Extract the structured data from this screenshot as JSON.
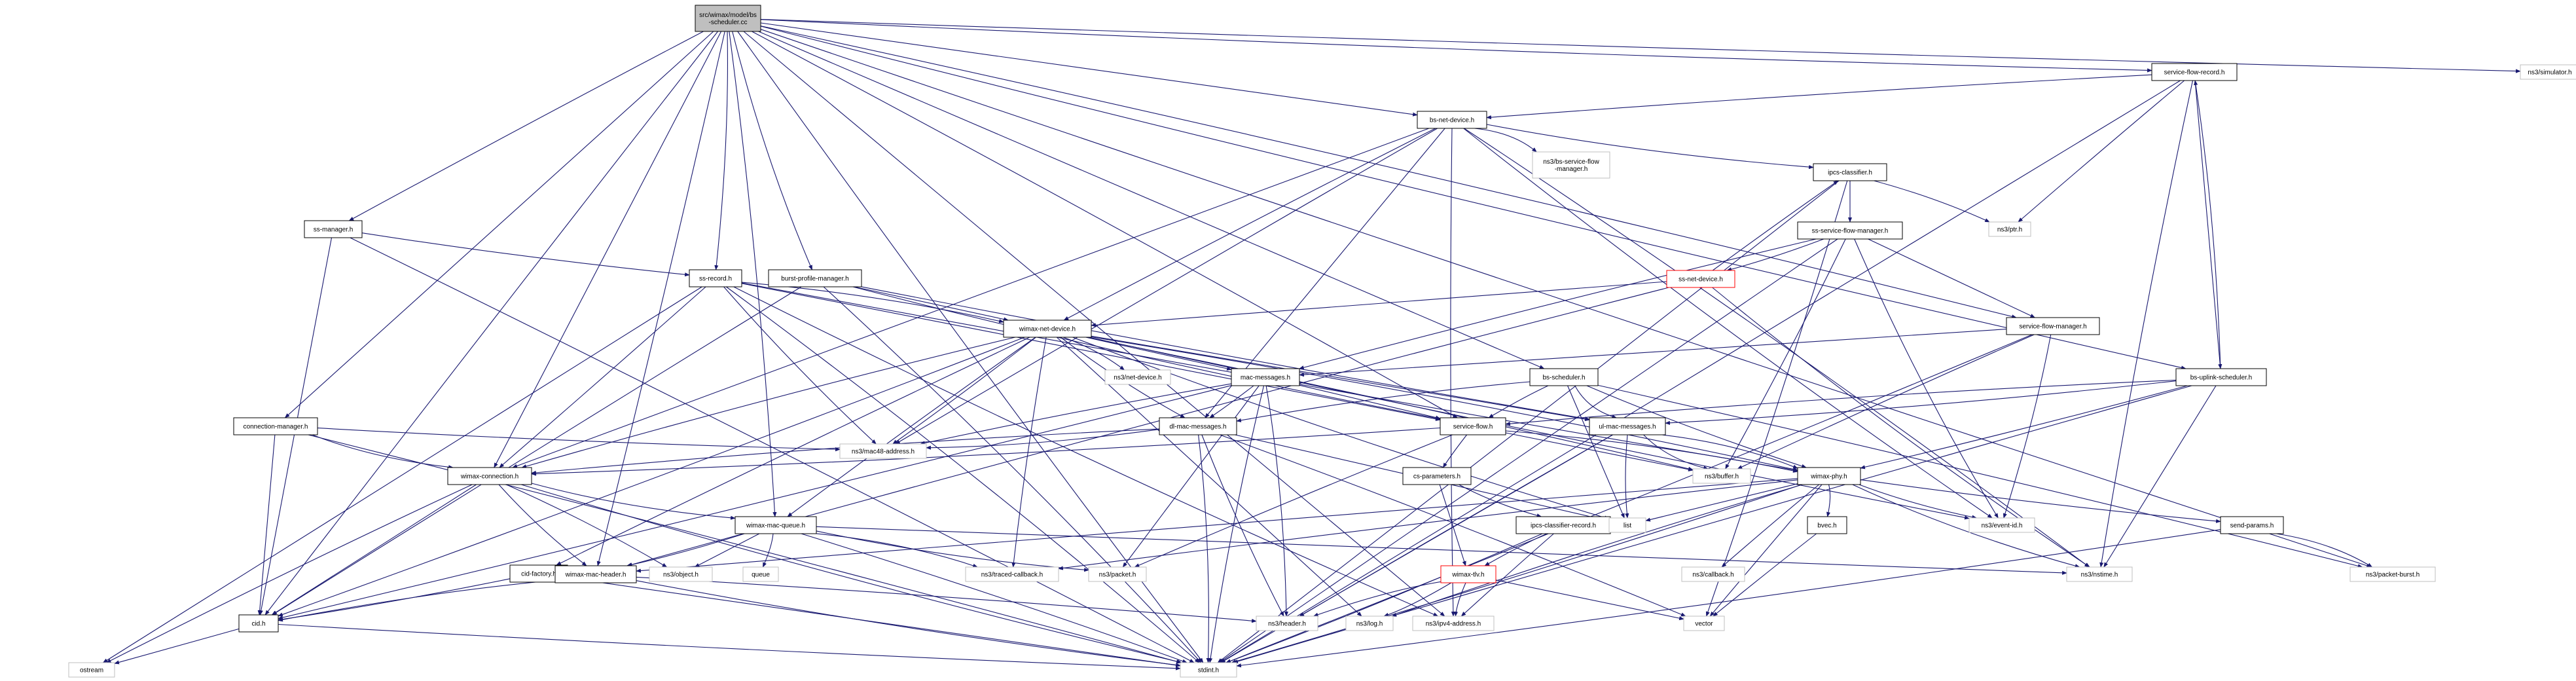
{
  "diagram": {
    "colors": {
      "root_fill": "#bfbfbf",
      "node_fill": "#ffffff",
      "node_border": "#000000",
      "missing_border": "#bfbfbf",
      "cycle_border": "#ff0000",
      "edge": "#191970",
      "text": "#000000"
    },
    "nodes": [
      {
        "id": "root",
        "label": [
          "src/wimax/model/bs",
          "-scheduler.cc"
        ],
        "kind": "root"
      },
      {
        "id": "sfr",
        "label": [
          "service-flow-record.h"
        ],
        "kind": "normal"
      },
      {
        "id": "simulator",
        "label": [
          "ns3/simulator.h"
        ],
        "kind": "missing"
      },
      {
        "id": "bsnet",
        "label": [
          "bs-net-device.h"
        ],
        "kind": "normal"
      },
      {
        "id": "bssfm",
        "label": [
          "ns3/bs-service-flow",
          "-manager.h"
        ],
        "kind": "missing"
      },
      {
        "id": "ipcs",
        "label": [
          "ipcs-classifier.h"
        ],
        "kind": "normal"
      },
      {
        "id": "ptr",
        "label": [
          "ns3/ptr.h"
        ],
        "kind": "missing"
      },
      {
        "id": "sssfm",
        "label": [
          "ss-service-flow-manager.h"
        ],
        "kind": "normal"
      },
      {
        "id": "ssnet",
        "label": [
          "ss-net-device.h"
        ],
        "kind": "cycle"
      },
      {
        "id": "ssmgr",
        "label": [
          "ss-manager.h"
        ],
        "kind": "normal"
      },
      {
        "id": "ssrec",
        "label": [
          "ss-record.h"
        ],
        "kind": "normal"
      },
      {
        "id": "bpm",
        "label": [
          "burst-profile-manager.h"
        ],
        "kind": "normal"
      },
      {
        "id": "wnd",
        "label": [
          "wimax-net-device.h"
        ],
        "kind": "normal"
      },
      {
        "id": "sfm",
        "label": [
          "service-flow-manager.h"
        ],
        "kind": "normal"
      },
      {
        "id": "nsnet",
        "label": [
          "ns3/net-device.h"
        ],
        "kind": "missing"
      },
      {
        "id": "macmsg",
        "label": [
          "mac-messages.h"
        ],
        "kind": "normal"
      },
      {
        "id": "bssched",
        "label": [
          "bs-scheduler.h"
        ],
        "kind": "normal"
      },
      {
        "id": "bsul",
        "label": [
          "bs-uplink-scheduler.h"
        ],
        "kind": "normal"
      },
      {
        "id": "connmgr",
        "label": [
          "connection-manager.h"
        ],
        "kind": "normal"
      },
      {
        "id": "dlmsg",
        "label": [
          "dl-mac-messages.h"
        ],
        "kind": "normal"
      },
      {
        "id": "sflow",
        "label": [
          "service-flow.h"
        ],
        "kind": "normal"
      },
      {
        "id": "ulmsg",
        "label": [
          "ul-mac-messages.h"
        ],
        "kind": "normal"
      },
      {
        "id": "wmc",
        "label": [
          "wimax-connection.h"
        ],
        "kind": "normal"
      },
      {
        "id": "mac48",
        "label": [
          "ns3/mac48-address.h"
        ],
        "kind": "missing"
      },
      {
        "id": "buffer",
        "label": [
          "ns3/buffer.h"
        ],
        "kind": "missing"
      },
      {
        "id": "csparams",
        "label": [
          "cs-parameters.h"
        ],
        "kind": "normal"
      },
      {
        "id": "wphy",
        "label": [
          "wimax-phy.h"
        ],
        "kind": "normal"
      },
      {
        "id": "wmq",
        "label": [
          "wimax-mac-queue.h"
        ],
        "kind": "normal"
      },
      {
        "id": "ipcsrec",
        "label": [
          "ipcs-classifier-record.h"
        ],
        "kind": "normal"
      },
      {
        "id": "eventid",
        "label": [
          "ns3/event-id.h"
        ],
        "kind": "missing"
      },
      {
        "id": "list",
        "label": [
          "list"
        ],
        "kind": "missing"
      },
      {
        "id": "sendparams",
        "label": [
          "send-params.h"
        ],
        "kind": "normal"
      },
      {
        "id": "cidfac",
        "label": [
          "cid-factory.h"
        ],
        "kind": "normal"
      },
      {
        "id": "wmh",
        "label": [
          "wimax-mac-header.h"
        ],
        "kind": "normal"
      },
      {
        "id": "object",
        "label": [
          "ns3/object.h"
        ],
        "kind": "missing"
      },
      {
        "id": "queue",
        "label": [
          "queue"
        ],
        "kind": "missing"
      },
      {
        "id": "tcb",
        "label": [
          "ns3/traced-callback.h"
        ],
        "kind": "missing"
      },
      {
        "id": "packet",
        "label": [
          "ns3/packet.h"
        ],
        "kind": "missing"
      },
      {
        "id": "wtlv",
        "label": [
          "wimax-tlv.h"
        ],
        "kind": "cycle"
      },
      {
        "id": "callback",
        "label": [
          "ns3/callback.h"
        ],
        "kind": "missing"
      },
      {
        "id": "bvec",
        "label": [
          "bvec.h"
        ],
        "kind": "normal"
      },
      {
        "id": "nstime",
        "label": [
          "ns3/nstime.h"
        ],
        "kind": "missing"
      },
      {
        "id": "pburst",
        "label": [
          "ns3/packet-burst.h"
        ],
        "kind": "missing"
      },
      {
        "id": "cidh",
        "label": [
          "cid.h"
        ],
        "kind": "normal"
      },
      {
        "id": "header",
        "label": [
          "ns3/header.h"
        ],
        "kind": "missing"
      },
      {
        "id": "log",
        "label": [
          "ns3/log.h"
        ],
        "kind": "missing"
      },
      {
        "id": "ipv4",
        "label": [
          "ns3/ipv4-address.h"
        ],
        "kind": "missing"
      },
      {
        "id": "vector",
        "label": [
          "vector"
        ],
        "kind": "missing"
      },
      {
        "id": "ostream",
        "label": [
          "ostream"
        ],
        "kind": "missing"
      },
      {
        "id": "stdint",
        "label": [
          "stdint.h"
        ],
        "kind": "missing"
      }
    ],
    "edges": [
      [
        "root",
        "sfr"
      ],
      [
        "root",
        "simulator"
      ],
      [
        "root",
        "bsnet"
      ],
      [
        "root",
        "ssmgr"
      ],
      [
        "root",
        "ssrec"
      ],
      [
        "root",
        "bpm"
      ],
      [
        "root",
        "connmgr"
      ],
      [
        "root",
        "wmc"
      ],
      [
        "root",
        "wmh"
      ],
      [
        "root",
        "wmq"
      ],
      [
        "root",
        "cidh"
      ],
      [
        "root",
        "stdint"
      ],
      [
        "root",
        "bssched"
      ],
      [
        "root",
        "sflow"
      ],
      [
        "root",
        "sfm"
      ],
      [
        "root",
        "bsul"
      ],
      [
        "root",
        "pburst"
      ],
      [
        "root",
        "ipv4"
      ],
      [
        "sfr",
        "bsnet"
      ],
      [
        "sfr",
        "ptr"
      ],
      [
        "sfr",
        "nstime"
      ],
      [
        "sfr",
        "stdint"
      ],
      [
        "sfr",
        "bsul"
      ],
      [
        "bsnet",
        "wnd"
      ],
      [
        "bsnet",
        "bssfm"
      ],
      [
        "bsnet",
        "ipcs"
      ],
      [
        "bsnet",
        "dlmsg"
      ],
      [
        "bsnet",
        "wmc"
      ],
      [
        "bsnet",
        "mac48"
      ],
      [
        "bsnet",
        "nstime"
      ],
      [
        "bsnet",
        "eventid"
      ],
      [
        "bsnet",
        "ipv4"
      ],
      [
        "ipcs",
        "sssfm"
      ],
      [
        "ipcs",
        "ptr"
      ],
      [
        "ipcs",
        "vector"
      ],
      [
        "ipcs",
        "stdint"
      ],
      [
        "sssfm",
        "ssnet"
      ],
      [
        "sssfm",
        "sfm"
      ],
      [
        "sssfm",
        "macmsg"
      ],
      [
        "sssfm",
        "buffer"
      ],
      [
        "sssfm",
        "eventid"
      ],
      [
        "sssfm",
        "stdint"
      ],
      [
        "ssnet",
        "wnd"
      ],
      [
        "ssnet",
        "ipcs"
      ],
      [
        "ssnet",
        "wmh"
      ],
      [
        "ssnet",
        "nstime"
      ],
      [
        "ssmgr",
        "ssrec"
      ],
      [
        "ssmgr",
        "cidh"
      ],
      [
        "ssmgr",
        "stdint"
      ],
      [
        "ssrec",
        "wnd"
      ],
      [
        "ssrec",
        "wmc"
      ],
      [
        "ssrec",
        "mac48"
      ],
      [
        "ssrec",
        "sflow"
      ],
      [
        "ssrec",
        "ostream"
      ],
      [
        "ssrec",
        "stdint"
      ],
      [
        "ssrec",
        "ipv4"
      ],
      [
        "ssrec",
        "wphy"
      ],
      [
        "bpm",
        "wnd"
      ],
      [
        "bpm",
        "cidh"
      ],
      [
        "bpm",
        "stdint"
      ],
      [
        "bpm",
        "sflow"
      ],
      [
        "bpm",
        "ulmsg"
      ],
      [
        "wnd",
        "macmsg"
      ],
      [
        "wnd",
        "nsnet"
      ],
      [
        "wnd",
        "wmc"
      ],
      [
        "wnd",
        "mac48"
      ],
      [
        "wnd",
        "dlmsg"
      ],
      [
        "wnd",
        "ulmsg"
      ],
      [
        "wnd",
        "cidfac"
      ],
      [
        "wnd",
        "wmq"
      ],
      [
        "wnd",
        "cidh"
      ],
      [
        "wnd",
        "tcb"
      ],
      [
        "wnd",
        "log"
      ],
      [
        "wnd",
        "buffer"
      ],
      [
        "wnd",
        "wphy"
      ],
      [
        "wnd",
        "list"
      ],
      [
        "wnd",
        "eventid"
      ],
      [
        "sfm",
        "macmsg"
      ],
      [
        "sfm",
        "buffer"
      ],
      [
        "sfm",
        "eventid"
      ],
      [
        "sfm",
        "stdint"
      ],
      [
        "macmsg",
        "dlmsg"
      ],
      [
        "macmsg",
        "sflow"
      ],
      [
        "macmsg",
        "mac48"
      ],
      [
        "macmsg",
        "header"
      ],
      [
        "macmsg",
        "stdint"
      ],
      [
        "macmsg",
        "cidh"
      ],
      [
        "macmsg",
        "packet"
      ],
      [
        "bssched",
        "sflow"
      ],
      [
        "bssched",
        "dlmsg"
      ],
      [
        "bssched",
        "ulmsg"
      ],
      [
        "bssched",
        "wphy"
      ],
      [
        "bssched",
        "list"
      ],
      [
        "bssched",
        "pburst"
      ],
      [
        "bsul",
        "sflow"
      ],
      [
        "bsul",
        "ulmsg"
      ],
      [
        "bsul",
        "wphy"
      ],
      [
        "bsul",
        "nstime"
      ],
      [
        "bsul",
        "stdint"
      ],
      [
        "bsul",
        "sfr"
      ],
      [
        "connmgr",
        "wmc"
      ],
      [
        "connmgr",
        "mac48"
      ],
      [
        "connmgr",
        "cidh"
      ],
      [
        "connmgr",
        "stdint"
      ],
      [
        "dlmsg",
        "wmc"
      ],
      [
        "dlmsg",
        "mac48"
      ],
      [
        "dlmsg",
        "header"
      ],
      [
        "dlmsg",
        "list"
      ],
      [
        "dlmsg",
        "vector"
      ],
      [
        "dlmsg",
        "stdint"
      ],
      [
        "sflow",
        "wmc"
      ],
      [
        "sflow",
        "csparams"
      ],
      [
        "sflow",
        "buffer"
      ],
      [
        "sflow",
        "packet"
      ],
      [
        "sflow",
        "wphy"
      ],
      [
        "ulmsg",
        "buffer"
      ],
      [
        "ulmsg",
        "list"
      ],
      [
        "ulmsg",
        "header"
      ],
      [
        "ulmsg",
        "stdint"
      ],
      [
        "ulmsg",
        "wphy"
      ],
      [
        "wmc",
        "wmq"
      ],
      [
        "wmc",
        "wmh"
      ],
      [
        "wmc",
        "cidh"
      ],
      [
        "wmc",
        "object"
      ],
      [
        "wmc",
        "ostream"
      ],
      [
        "wmc",
        "stdint"
      ],
      [
        "csparams",
        "ipcsrec"
      ],
      [
        "csparams",
        "wtlv"
      ],
      [
        "ipcsrec",
        "wtlv"
      ],
      [
        "ipcsrec",
        "ipv4"
      ],
      [
        "ipcsrec",
        "stdint"
      ],
      [
        "wphy",
        "sendparams"
      ],
      [
        "wphy",
        "list"
      ],
      [
        "wphy",
        "bvec"
      ],
      [
        "wphy",
        "callback"
      ],
      [
        "wphy",
        "nstime"
      ],
      [
        "wphy",
        "eventid"
      ],
      [
        "wphy",
        "wmh"
      ],
      [
        "wphy",
        "tcb"
      ],
      [
        "wphy",
        "log"
      ],
      [
        "wphy",
        "stdint"
      ],
      [
        "wphy",
        "vector"
      ],
      [
        "wmq",
        "object"
      ],
      [
        "wmq",
        "queue"
      ],
      [
        "wmq",
        "tcb"
      ],
      [
        "wmq",
        "packet"
      ],
      [
        "wmq",
        "wmh"
      ],
      [
        "wmq",
        "nstime"
      ],
      [
        "wmq",
        "stdint"
      ],
      [
        "wtlv",
        "header"
      ],
      [
        "wtlv",
        "log"
      ],
      [
        "wtlv",
        "ipv4"
      ],
      [
        "wtlv",
        "vector"
      ],
      [
        "bvec",
        "vector"
      ],
      [
        "sendparams",
        "pburst"
      ],
      [
        "sendparams",
        "stdint"
      ],
      [
        "cidfac",
        "cidh"
      ],
      [
        "cidfac",
        "stdint"
      ],
      [
        "wmh",
        "header"
      ],
      [
        "wmh",
        "cidh"
      ],
      [
        "wmh",
        "stdint"
      ],
      [
        "cidh",
        "stdint"
      ],
      [
        "cidh",
        "ostream"
      ]
    ]
  }
}
